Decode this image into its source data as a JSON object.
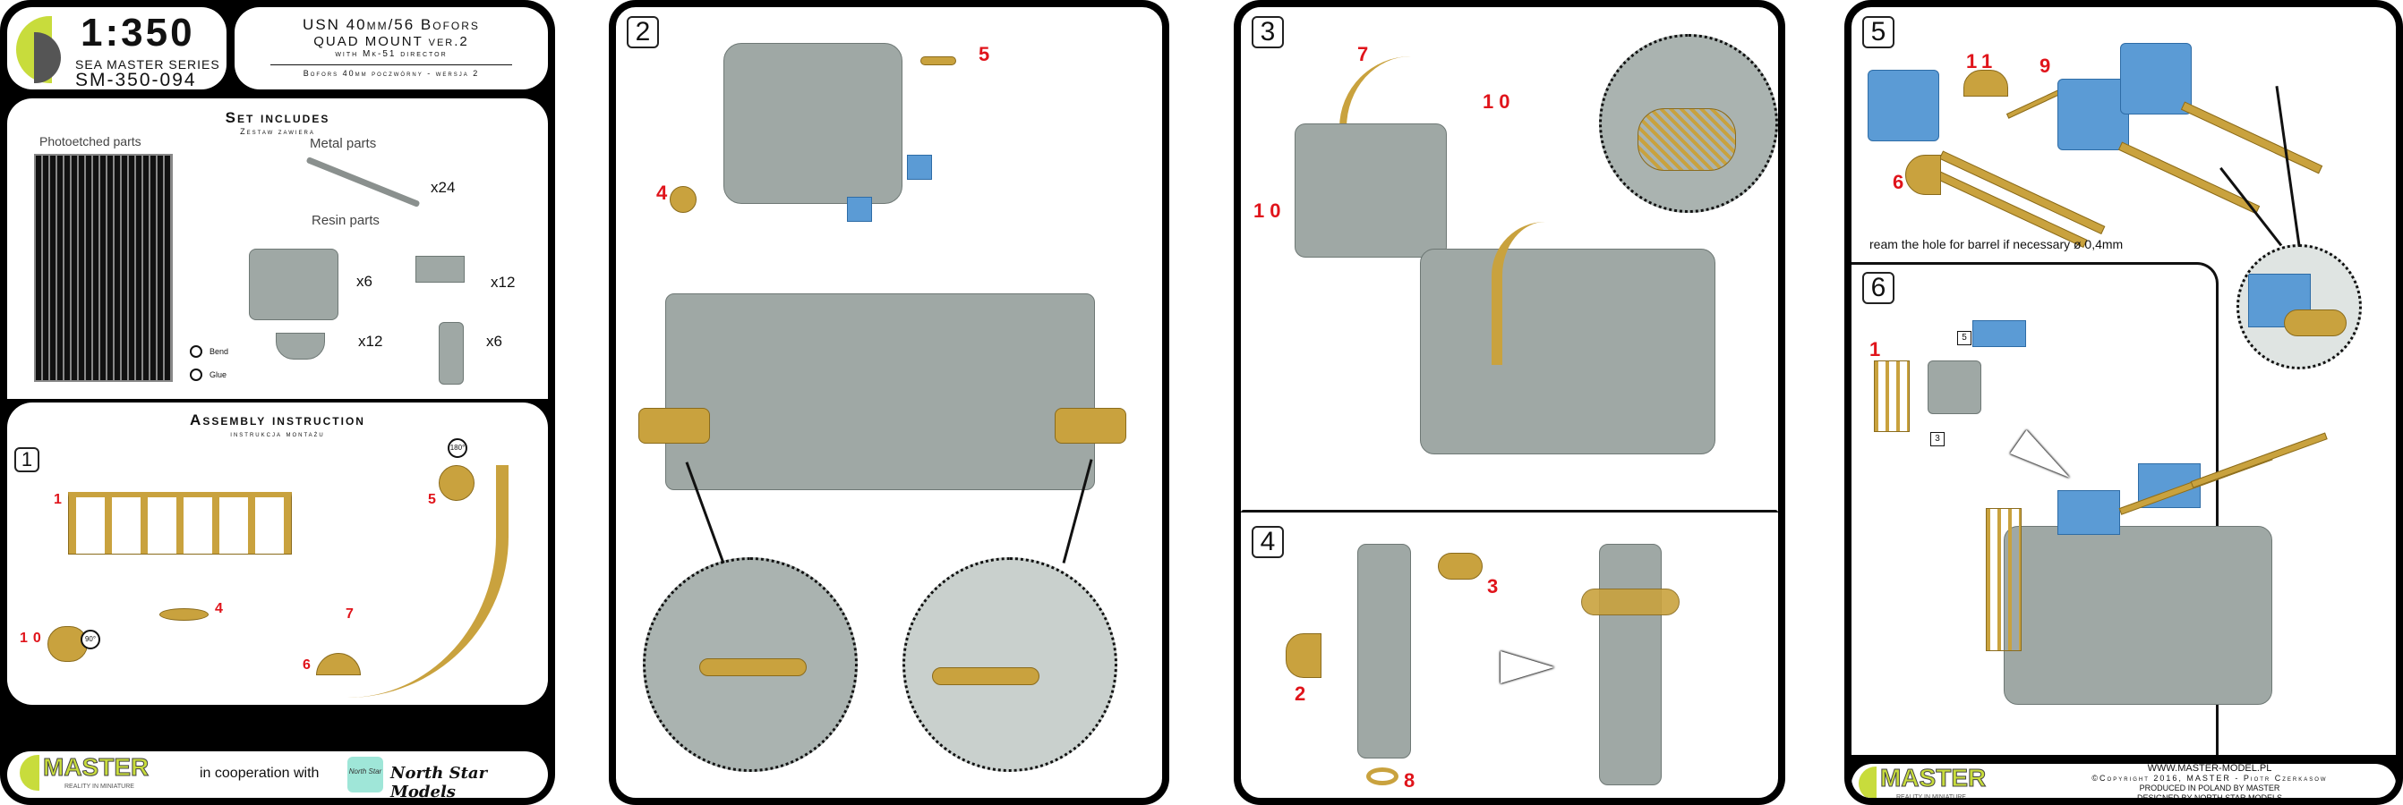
{
  "header": {
    "scale": "1:350",
    "series": "SEA MASTER SERIES",
    "code": "SM-350-094",
    "title_line1": "USN 40mm/56 Bofors",
    "title_line2": "QUAD MOUNT ver.2",
    "title_line3": "with Mk-51 director",
    "title_polish": "Bofors 40mm poczwórny - wersja 2"
  },
  "set_includes": {
    "title": "Set includes",
    "subtitle": "Zestaw zawiera",
    "photoetched": "Photoetched parts",
    "metal": "Metal parts",
    "metal_qty": "x24",
    "resin": "Resin parts",
    "resin_qty": [
      "x6",
      "x12",
      "x12",
      "x6"
    ],
    "legend": [
      {
        "icon": "bend-icon",
        "label": "Bend"
      },
      {
        "icon": "glue-icon",
        "label": "Glue"
      }
    ]
  },
  "assembly": {
    "title": "Assembly instruction",
    "subtitle": "instrukcja montażu"
  },
  "steps": {
    "s1": {
      "label": "1",
      "parts": [
        "1",
        "10",
        "4",
        "5",
        "7",
        "6"
      ],
      "angles": [
        "180°",
        "90°"
      ]
    },
    "s2": {
      "label": "2",
      "parts": [
        "5",
        "4"
      ]
    },
    "s3": {
      "label": "3",
      "parts": [
        "7",
        "10",
        "10"
      ]
    },
    "s4": {
      "label": "4",
      "parts": [
        "3",
        "2",
        "8"
      ]
    },
    "s5": {
      "label": "5",
      "parts": [
        "11",
        "9",
        "6"
      ],
      "note": "ream the hole for barrel if necessary ø 0,4mm"
    },
    "s6": {
      "label": "6",
      "parts": [
        "1",
        "5",
        "3"
      ]
    }
  },
  "footer_left": {
    "brand": "MASTER",
    "tagline": "REALITY IN MINIATURE",
    "coop": "in cooperation with",
    "partner": "North Star Models",
    "partner_logo": "North Star"
  },
  "footer_right": {
    "brand": "MASTER",
    "tagline": "REALITY IN MINIATURE",
    "url": "WWW.MASTER-MODEL.PL",
    "copyright": "©Copyright 2016, MASTER - Piotr Czerkasow",
    "produced": "PRODUCED IN POLAND BY MASTER",
    "designed": "DESIGNED BY NORTH STAR MODELS"
  },
  "colors": {
    "brass": "#c9a23e",
    "resin_blue": "#5b9bd5",
    "resin_gray": "#9fa8a5",
    "part_red": "#e0141b",
    "logo_green": "#c8dc3c"
  }
}
